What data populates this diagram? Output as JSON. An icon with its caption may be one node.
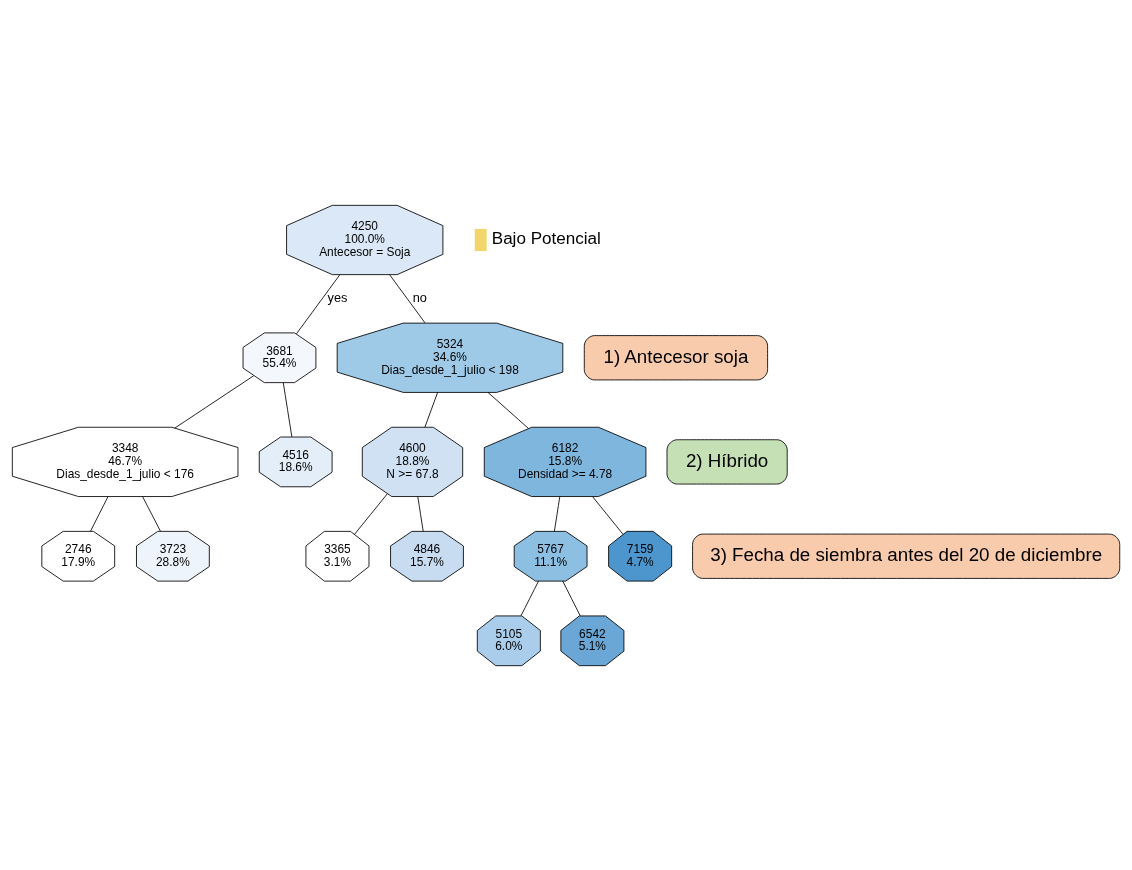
{
  "diagram": {
    "nodes": [
      {
        "text": [
          "4250",
          "100.0%",
          "Antecesor = Soja"
        ]
      },
      {
        "text": [
          "3681",
          "55.4%"
        ]
      },
      {
        "text": [
          "5324",
          "34.6%",
          "Dias_desde_1_julio < 198"
        ]
      },
      {
        "text": [
          "3348",
          "46.7%",
          "Dias_desde_1_julio < 176"
        ]
      },
      {
        "text": [
          "4516",
          "18.6%"
        ]
      },
      {
        "text": [
          "4600",
          "18.8%",
          "N >= 67.8"
        ]
      },
      {
        "text": [
          "6182",
          "15.8%",
          "Densidad >= 4.78"
        ]
      },
      {
        "text": [
          "2746",
          "17.9%"
        ]
      },
      {
        "text": [
          "3723",
          "28.8%"
        ]
      },
      {
        "text": [
          "3365",
          "3.1%"
        ]
      },
      {
        "text": [
          "4846",
          "15.7%"
        ]
      },
      {
        "text": [
          "5767",
          "11.1%"
        ]
      },
      {
        "text": [
          "7159",
          "4.7%"
        ]
      },
      {
        "text": [
          "5105",
          "6.0%"
        ]
      },
      {
        "text": [
          "6542",
          "5.1%"
        ]
      },
      {
        "text": [
          "1) Antecesor soja"
        ]
      },
      {
        "text": [
          "2) Híbrido"
        ]
      },
      {
        "text": [
          "3) Fecha de siembra antes del 20 de diciembre"
        ]
      }
    ],
    "edges": [
      {
        "from": 0,
        "to": 1,
        "arrow": "none",
        "label": "yes"
      },
      {
        "from": 0,
        "to": 2,
        "arrow": "none",
        "label": "no"
      },
      {
        "from": 1,
        "to": 3,
        "arrow": "none"
      },
      {
        "from": 1,
        "to": 4,
        "arrow": "none"
      },
      {
        "from": 2,
        "to": 5,
        "arrow": "none"
      },
      {
        "from": 2,
        "to": 6,
        "arrow": "none"
      },
      {
        "from": 3,
        "to": 7,
        "arrow": "none"
      },
      {
        "from": 3,
        "to": 8,
        "arrow": "none"
      },
      {
        "from": 5,
        "to": 9,
        "arrow": "none"
      },
      {
        "from": 5,
        "to": 10,
        "arrow": "none"
      },
      {
        "from": 6,
        "to": 11,
        "arrow": "none"
      },
      {
        "from": 6,
        "to": 12,
        "arrow": "none"
      },
      {
        "from": 11,
        "to": 13,
        "arrow": "none"
      },
      {
        "from": 11,
        "to": 14,
        "arrow": "none"
      }
    ],
    "legend": [
      {
        "text": "Bajo Potencial",
        "color": "#f2d56b"
      }
    ]
  }
}
